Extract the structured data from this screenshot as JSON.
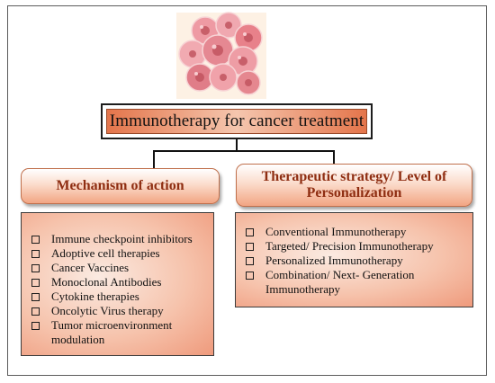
{
  "title": "Immunotherapy for cancer treatment",
  "image": {
    "name": "cancer-cells-icon",
    "color": "#e8818a"
  },
  "branches": [
    {
      "heading": "Mechanism of action",
      "items": [
        "Immune checkpoint inhibitors",
        "Adoptive cell therapies",
        "Cancer Vaccines",
        "Monoclonal Antibodies",
        "Cytokine therapies",
        "Oncolytic Virus therapy",
        "Tumor microenvironment modulation"
      ]
    },
    {
      "heading": "Therapeutic strategy/ Level of Personalization",
      "items": [
        "Conventional Immunotherapy",
        "Targeted/ Precision Immunotherapy",
        "Personalized Immunotherapy",
        "Combination/ Next- Generation Immunotherapy"
      ]
    }
  ],
  "colors": {
    "accent": "#e4754b",
    "heading_text": "#8f2e12",
    "list_fill": "#f6c3ac"
  }
}
